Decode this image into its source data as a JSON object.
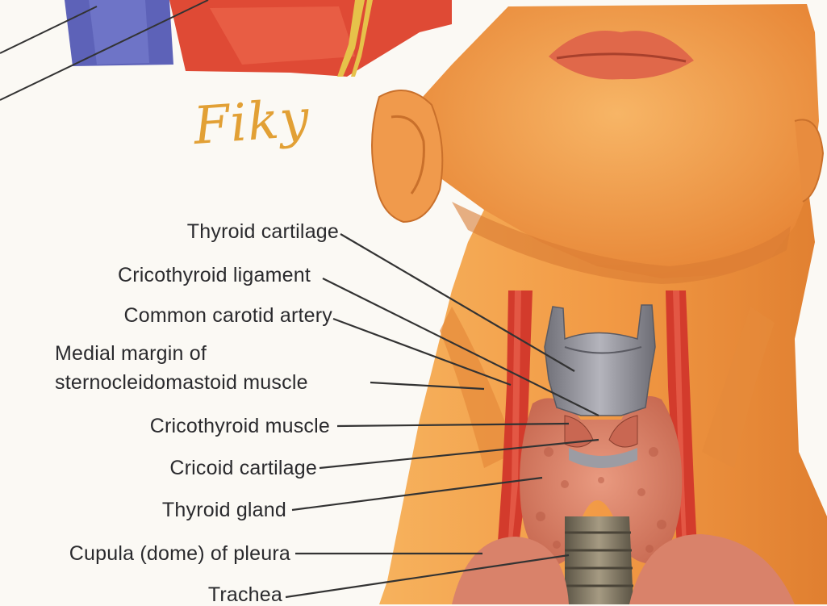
{
  "labels": {
    "thyroid_cartilage": "Thyroid cartilage",
    "cricothyroid_ligament": "Cricothyroid ligament",
    "common_carotid_artery": "Common carotid artery",
    "medial_margin_line1": "Medial margin of",
    "medial_margin_line2": "sternocleidomastoid muscle",
    "cricothyroid_muscle": "Cricothyroid muscle",
    "cricoid_cartilage": "Cricoid cartilage",
    "thyroid_gland": "Thyroid gland",
    "cupula_of_pleura": "Cupula (dome) of pleura",
    "trachea": "Trachea"
  },
  "watermark": "Fiky",
  "colors": {
    "skin": "#f0a050",
    "skin_dark": "#d9752a",
    "artery": "#d43a2c",
    "vein": "#5b5fb8",
    "cartilage": "#8f8f96",
    "thyroid_gland": "#d9826a",
    "trachea": "#7a7060",
    "leader_line": "#333333",
    "label_text": "#2a2a2d",
    "watermark": "#e2a035"
  }
}
